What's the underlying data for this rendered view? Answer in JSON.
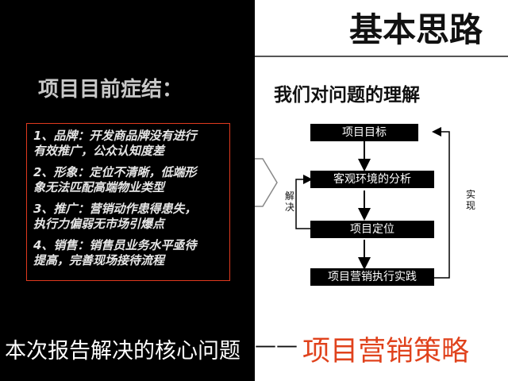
{
  "title": "基本思路",
  "left": {
    "heading": "项目目前症结：",
    "symptoms": [
      "1、品牌：开发商品牌没有进行",
      "有效推广，公众认知度差",
      "2、形象：定位不清晰，低端形",
      "象无法匹配高端物业类型",
      "3、推广：营销动作患得患失，",
      "执行力偏弱无市场引爆点",
      "4、销售：销售员业务水平亟待",
      "提高，完善现场接待流程"
    ]
  },
  "right": {
    "heading": "我们对问题的理解",
    "flow": {
      "nodes": [
        "项目目标",
        "客观环境的分析",
        "项目定位",
        "项目营销执行实践"
      ],
      "left_label": "解决",
      "right_label": "实现"
    }
  },
  "bottom": {
    "left": "本次报告解决的核心问题",
    "dash": "——",
    "right": "项目营销策略"
  },
  "colors": {
    "accent": "#e0421c",
    "box_border": "#e03a1e",
    "panel": "#000000"
  }
}
